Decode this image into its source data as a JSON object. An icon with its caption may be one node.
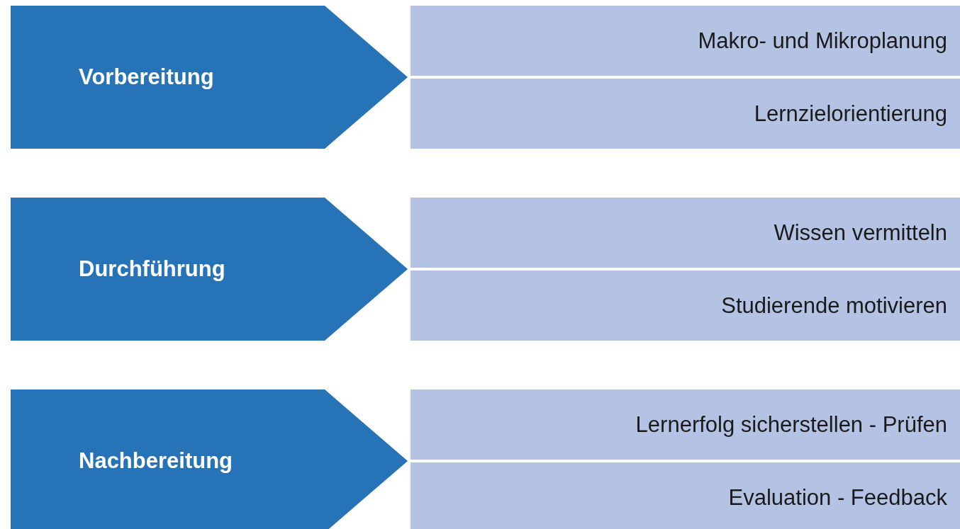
{
  "diagram": {
    "nodes": [
      {
        "text": [
          "Vorbereitung"
        ]
      },
      {
        "text": [
          "Makro- und Mikroplanung"
        ]
      },
      {
        "text": [
          "Lernzielorientierung"
        ]
      },
      {
        "text": [
          "Durchführung"
        ]
      },
      {
        "text": [
          "Wissen vermitteln"
        ]
      },
      {
        "text": [
          "Studierende motivieren"
        ]
      },
      {
        "text": [
          "Nachbereitung"
        ]
      },
      {
        "text": [
          "Lernerfolg sicherstellen - Prüfen"
        ]
      },
      {
        "text": [
          "Evaluation - Feedback"
        ]
      }
    ]
  }
}
